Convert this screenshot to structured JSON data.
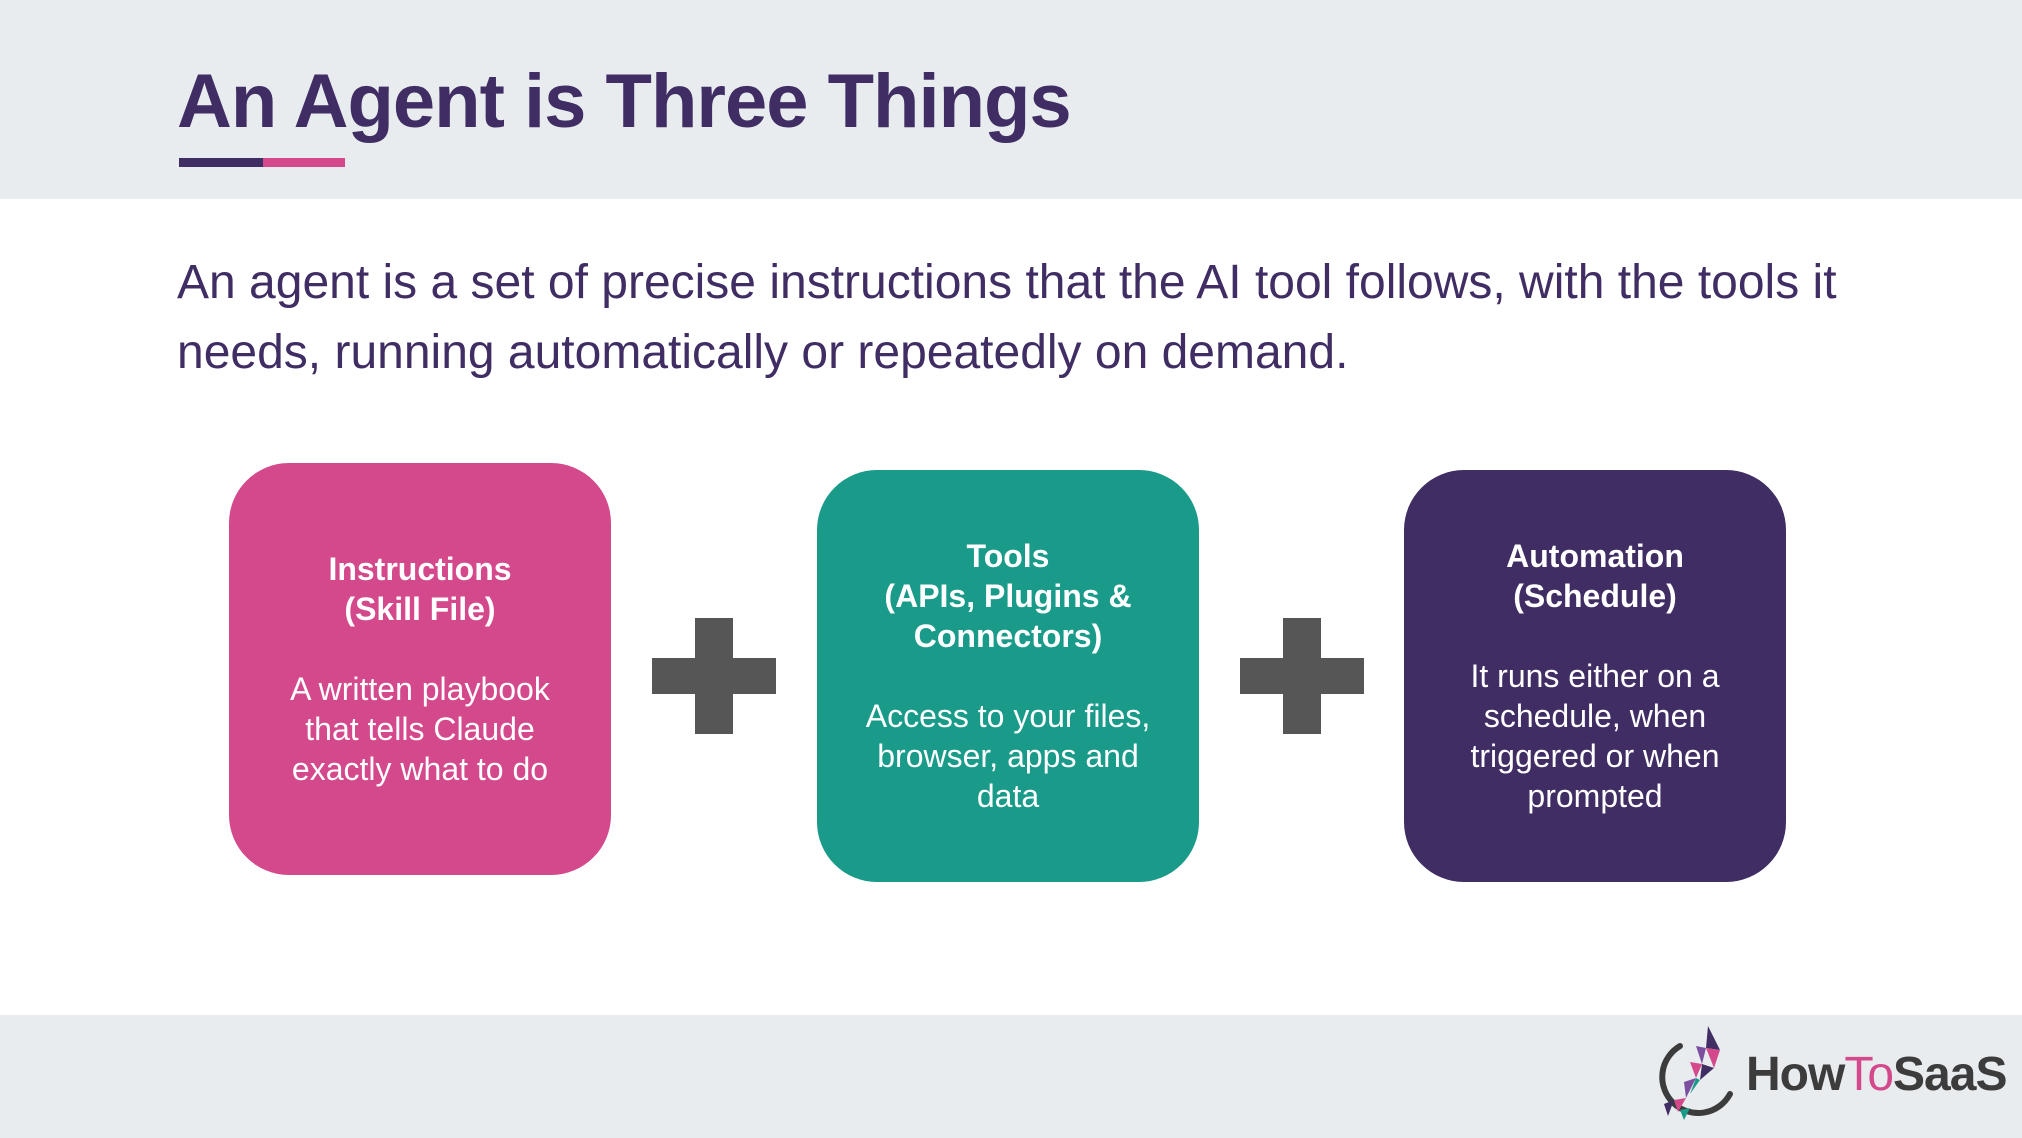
{
  "title": "An Agent is Three Things",
  "subtitle": "An agent is a set of precise instructions that the AI tool follows, with the tools it needs, running automatically or repeatedly on demand.",
  "colors": {
    "header_bg": "#e9ecee",
    "text_primary": "#3f2d63",
    "accent_purple": "#3f2d63",
    "accent_pink": "#d4498b",
    "teal": "#1a9b8a",
    "plus_gray": "#565656"
  },
  "cards": [
    {
      "title_line1": "Instructions",
      "title_line2": "(Skill File)",
      "title_line3": "",
      "body": "A written playbook that tells Claude exactly what to do",
      "color": "#d4498b"
    },
    {
      "title_line1": "Tools",
      "title_line2": "(APIs, Plugins &",
      "title_line3": "Connectors)",
      "body": "Access to your files, browser, apps and data",
      "color": "#1a9b8a"
    },
    {
      "title_line1": "Automation",
      "title_line2": "(Schedule)",
      "title_line3": "",
      "body": "It runs either on a schedule, when triggered or when prompted",
      "color": "#3f2d63"
    }
  ],
  "plus_icons": [
    "plus-icon",
    "plus-icon"
  ],
  "logo": {
    "icon": "howtosaas-rocket-logo-icon",
    "text_part1": "How",
    "text_part2": "To",
    "text_part3": "SaaS"
  }
}
